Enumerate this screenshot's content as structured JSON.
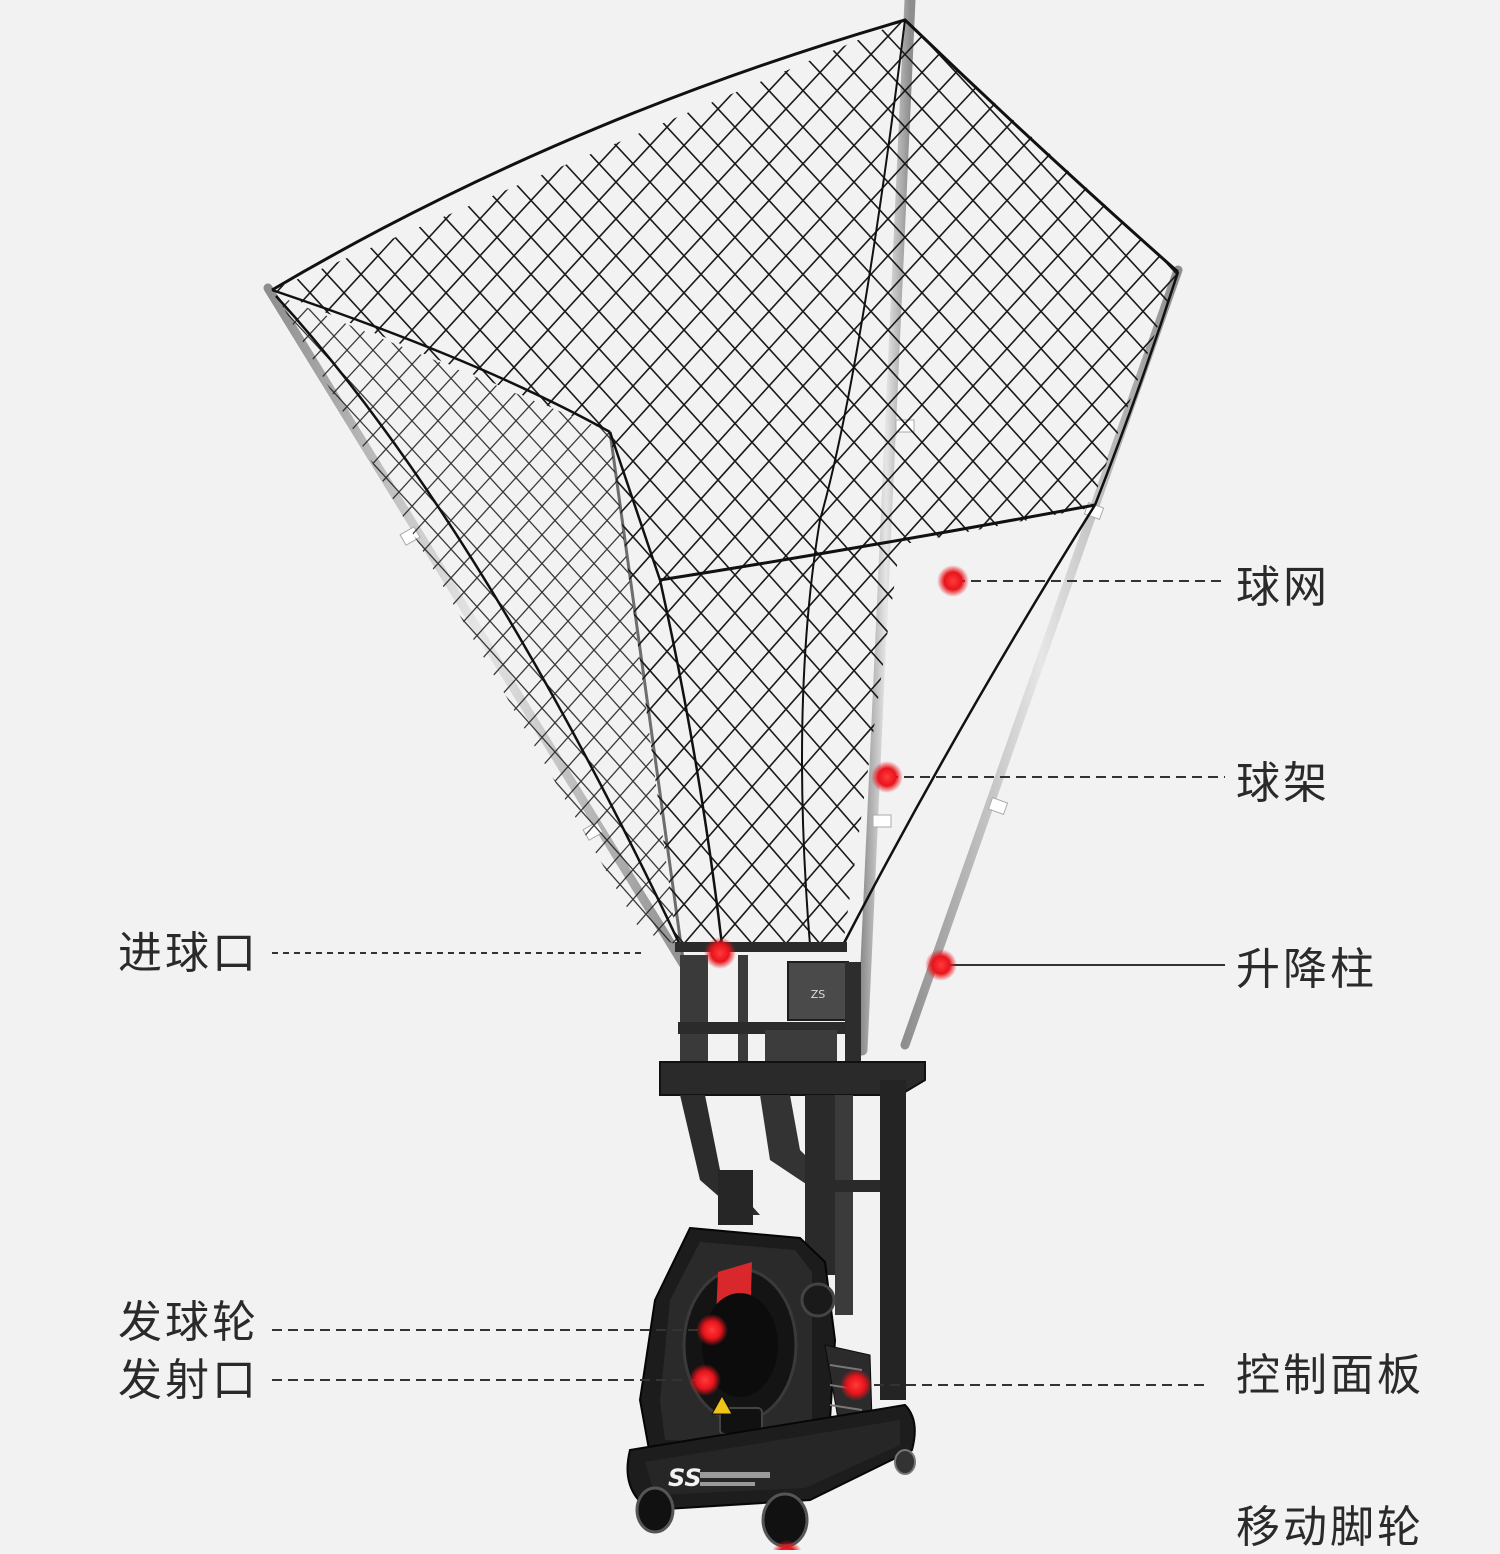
{
  "colors": {
    "background": "#f2f2f2",
    "marker": "#e8141c",
    "leader": "#333333",
    "net": "#1a1a1a",
    "pole": "#a8a8a8",
    "machine": "#262626"
  },
  "labels": {
    "net": "球网",
    "rack": "球架",
    "entry": "进球口",
    "lift_column": "升降柱",
    "wheel": "发球轮",
    "outlet": "发射口",
    "control_panel": "控制面板",
    "casters": "移动脚轮"
  },
  "logo_text": "SS"
}
